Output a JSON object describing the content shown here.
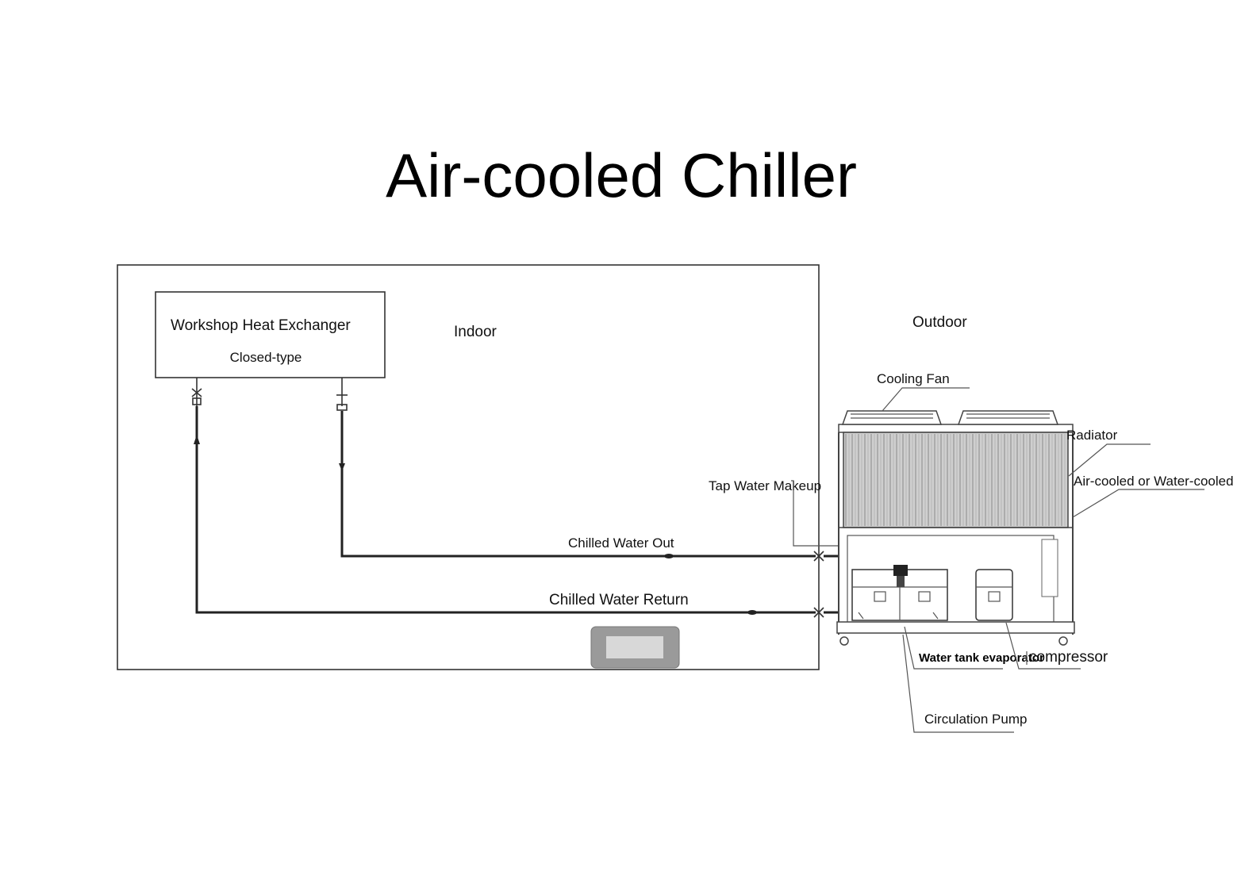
{
  "title": "Air-cooled Chiller",
  "labels": {
    "heat_exchanger": "Workshop Heat Exchanger",
    "heat_exchanger_type": "Closed-type",
    "indoor": "Indoor",
    "outdoor": "Outdoor",
    "cooling_fan": "Cooling Fan",
    "radiator": "Radiator",
    "air_or_water_cooled": "Air-cooled or Water-cooled",
    "tap_water_makeup": "Tap Water Makeup",
    "chilled_water_out": "Chilled Water Out",
    "chilled_water_return": "Chilled Water Return",
    "water_tank_evaporator": "Water tank evaporator",
    "compressor": "compressor",
    "circulation_pump": "Circulation Pump"
  }
}
